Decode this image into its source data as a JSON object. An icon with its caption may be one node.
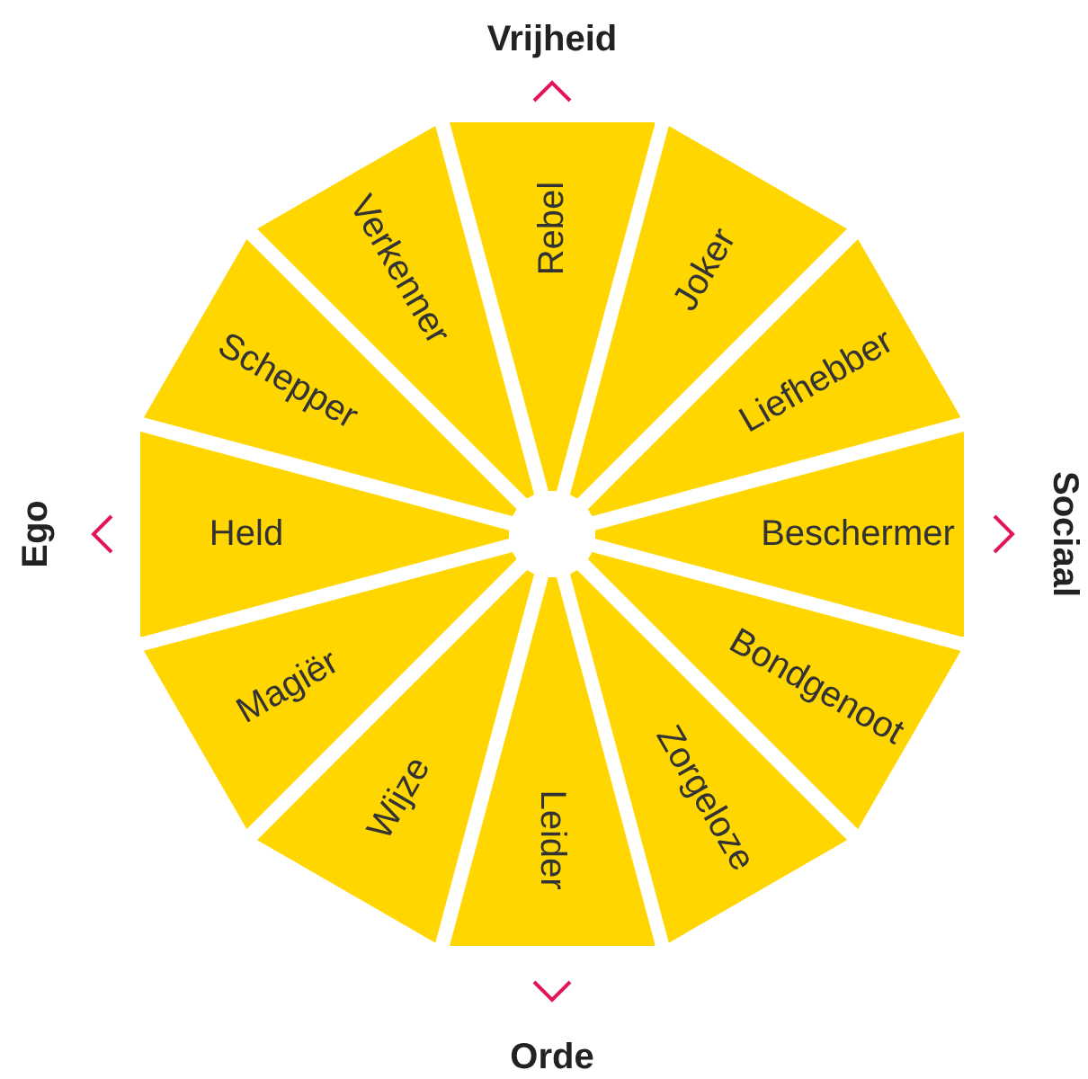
{
  "diagram": {
    "nodes": [
      {
        "text": [
          "Rebel"
        ]
      },
      {
        "text": [
          "Joker"
        ]
      },
      {
        "text": [
          "Liefhebber"
        ]
      },
      {
        "text": [
          "Beschermer"
        ]
      },
      {
        "text": [
          "Bondgenoot"
        ]
      },
      {
        "text": [
          "Zorgeloze"
        ]
      },
      {
        "text": [
          "Leider"
        ]
      },
      {
        "text": [
          "Wijze"
        ]
      },
      {
        "text": [
          "Magiër"
        ]
      },
      {
        "text": [
          "Held"
        ]
      },
      {
        "text": [
          "Schepper"
        ]
      },
      {
        "text": [
          "Verkenner"
        ]
      }
    ],
    "edges": [],
    "labels": [
      "Vrijheid",
      "Ego",
      "Sociaal",
      "Orde"
    ]
  }
}
